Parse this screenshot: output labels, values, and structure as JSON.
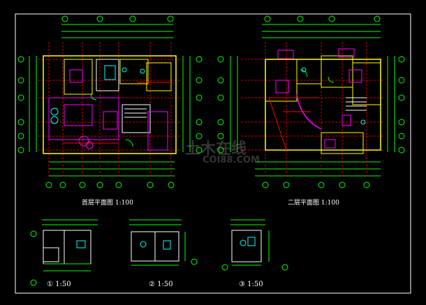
{
  "plans": {
    "ground": {
      "title": "首层平面图 1:100"
    },
    "second": {
      "title": "二层平面图 1:100"
    }
  },
  "details": [
    {
      "label": "① 1:50"
    },
    {
      "label": "② 1:50"
    },
    {
      "label": "③ 1:50"
    }
  ],
  "watermark": {
    "cn": "土木在线",
    "en": "COI88.COM"
  }
}
